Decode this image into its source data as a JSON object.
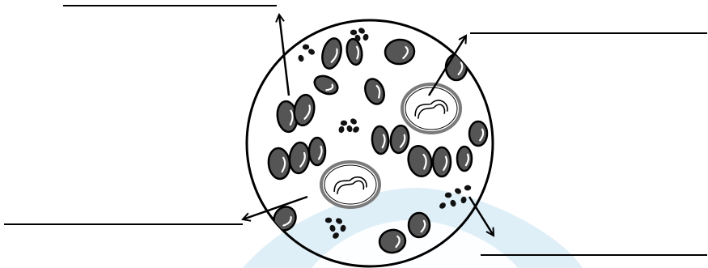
{
  "diagram": {
    "subject": "blood-smear-cells",
    "labels": [
      {
        "id": "label-top-left",
        "text": ""
      },
      {
        "id": "label-top-right",
        "text": ""
      },
      {
        "id": "label-bottom-left",
        "text": ""
      },
      {
        "id": "label-bottom-right",
        "text": ""
      }
    ],
    "colors": {
      "outline": "#000000",
      "cell_fill": "#555555",
      "cell_highlight": "#ffffff",
      "white_cell_ring": "#7a7a7a",
      "platelet_fill": "#111111",
      "watermark": "#d9ecf7"
    },
    "icons": [
      "red-blood-cell-icon",
      "white-blood-cell-icon",
      "platelet-icon",
      "arrow-icon"
    ]
  }
}
